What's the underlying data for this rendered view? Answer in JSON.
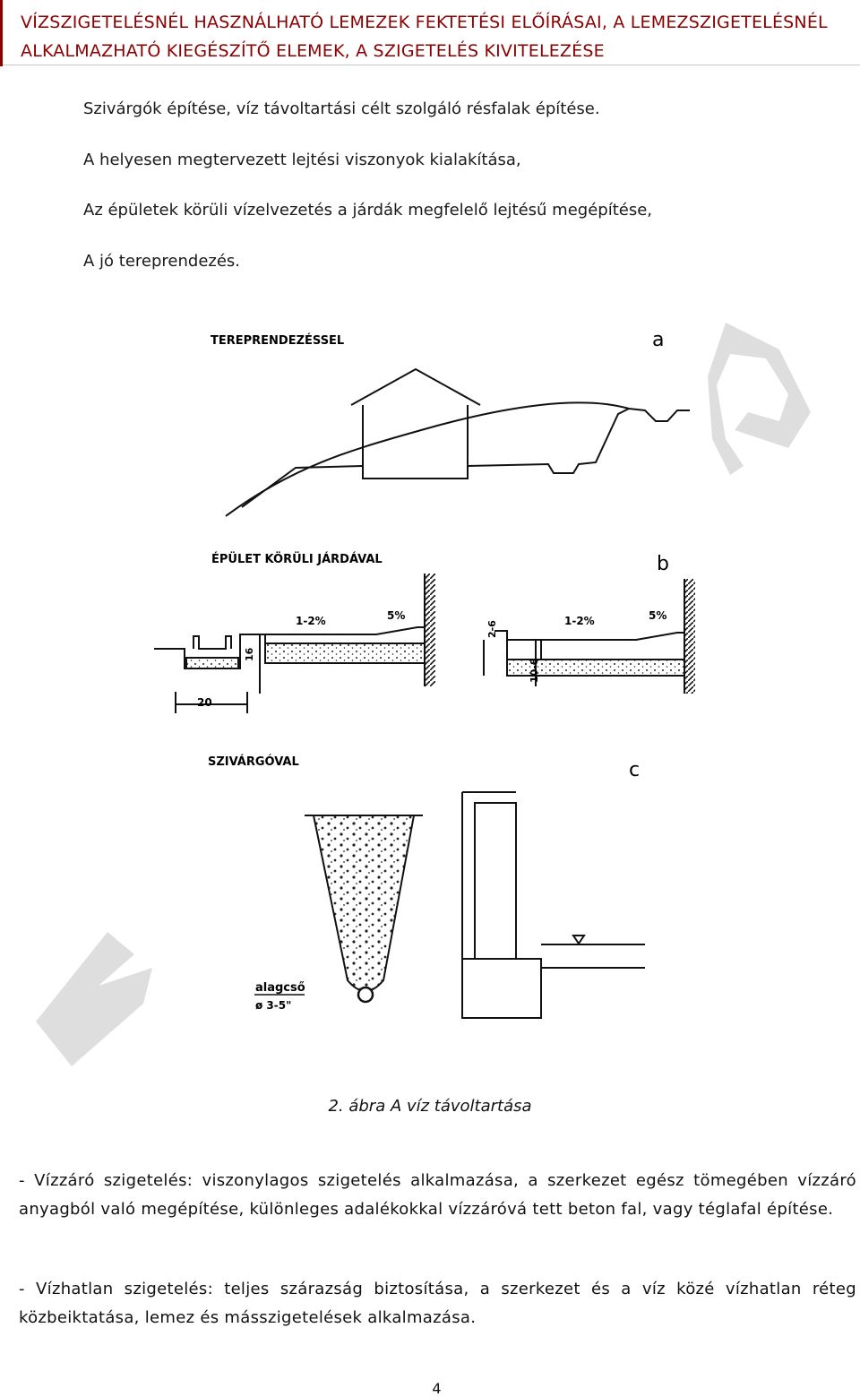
{
  "header": {
    "line1": "VÍZSZIGETELÉSNÉL HASZNÁLHATÓ LEMEZEK FEKTETÉSI ELŐÍRÁSAI, A LEMEZSZIGETELÉSNÉL",
    "line2": "ALKALMAZHATÓ KIEGÉSZÍTŐ ELEMEK, A SZIGETELÉS KIVITELEZÉSE",
    "color": "#8b0000"
  },
  "bullets": [
    "Szivárgók építése, víz távoltartási célt szolgáló résfalak építése.",
    "A helyesen megtervezett lejtési viszonyok kialakítása,",
    "Az épületek körüli vízelvezetés a járdák megfelelő lejtésű megépítése,",
    "A jó tereprendezés."
  ],
  "figure": {
    "panel_a": {
      "title": "TEREPRENDEZÉSSEL",
      "letter": "a"
    },
    "panel_b": {
      "title": "ÉPÜLET KÖRÜLI JÁRDÁVAL",
      "letter": "b",
      "left": {
        "slope1": "1-2%",
        "slope2": "5%",
        "dim_height": "16",
        "dim_width": "20"
      },
      "right": {
        "dim_top": "2-6",
        "dim_side": "10-8",
        "slope1": "1-2%",
        "slope2": "5%"
      }
    },
    "panel_c": {
      "title": "SZIVÁRGÓVAL",
      "letter": "c",
      "pipe_label": "alagcső",
      "pipe_size": "ø 3-5\""
    }
  },
  "caption": "2. ábra A víz távoltartása",
  "paragraphs": [
    "- Vízzáró szigetelés: viszonylagos szigetelés alkalmazása, a szerkezet egész tömegében vízzáró anyagból való megépítése, különleges adalékokkal vízzáróvá tett beton fal, vagy téglafal építése.",
    "- Vízhatlan szigetelés: teljes szárazság biztosítása, a szerkezet és a víz közé vízhatlan réteg közbeiktatása, lemez és másszigetelések alkalmazása."
  ],
  "page_number": "4"
}
